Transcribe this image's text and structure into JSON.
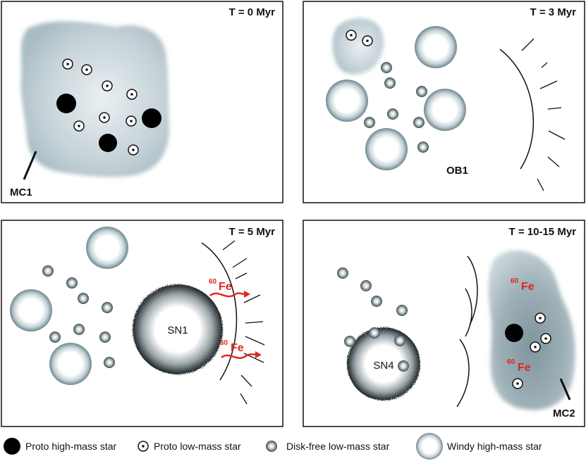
{
  "panels": [
    {
      "time_label": "T = 0 Myr",
      "cloud_label": "MC1"
    },
    {
      "time_label": "T = 3 Myr",
      "cloud_label": "OB1"
    },
    {
      "time_label": "T = 5 Myr",
      "supernova_label": "SN1",
      "isotope_labels": [
        "Fe",
        "Fe"
      ],
      "isotope_mass_number": "60"
    },
    {
      "time_label": "T = 10-15 Myr",
      "supernova_label": "SN4",
      "cloud_label": "MC2",
      "isotope_labels": [
        "Fe",
        "Fe"
      ],
      "isotope_mass_number": "60"
    }
  ],
  "legend": [
    {
      "icon": "proto-high-mass-star-icon",
      "label": "Proto high-mass star"
    },
    {
      "icon": "proto-low-mass-star-icon",
      "label": "Proto low-mass star"
    },
    {
      "icon": "disk-free-low-mass-star-icon",
      "label": "Disk-free low-mass star"
    },
    {
      "icon": "windy-high-mass-star-icon",
      "label": "Windy high-mass star"
    }
  ],
  "colors": {
    "isotope": "#e0261f",
    "proto_high_mass": "#000000",
    "cloud": "#a9bcc4"
  }
}
